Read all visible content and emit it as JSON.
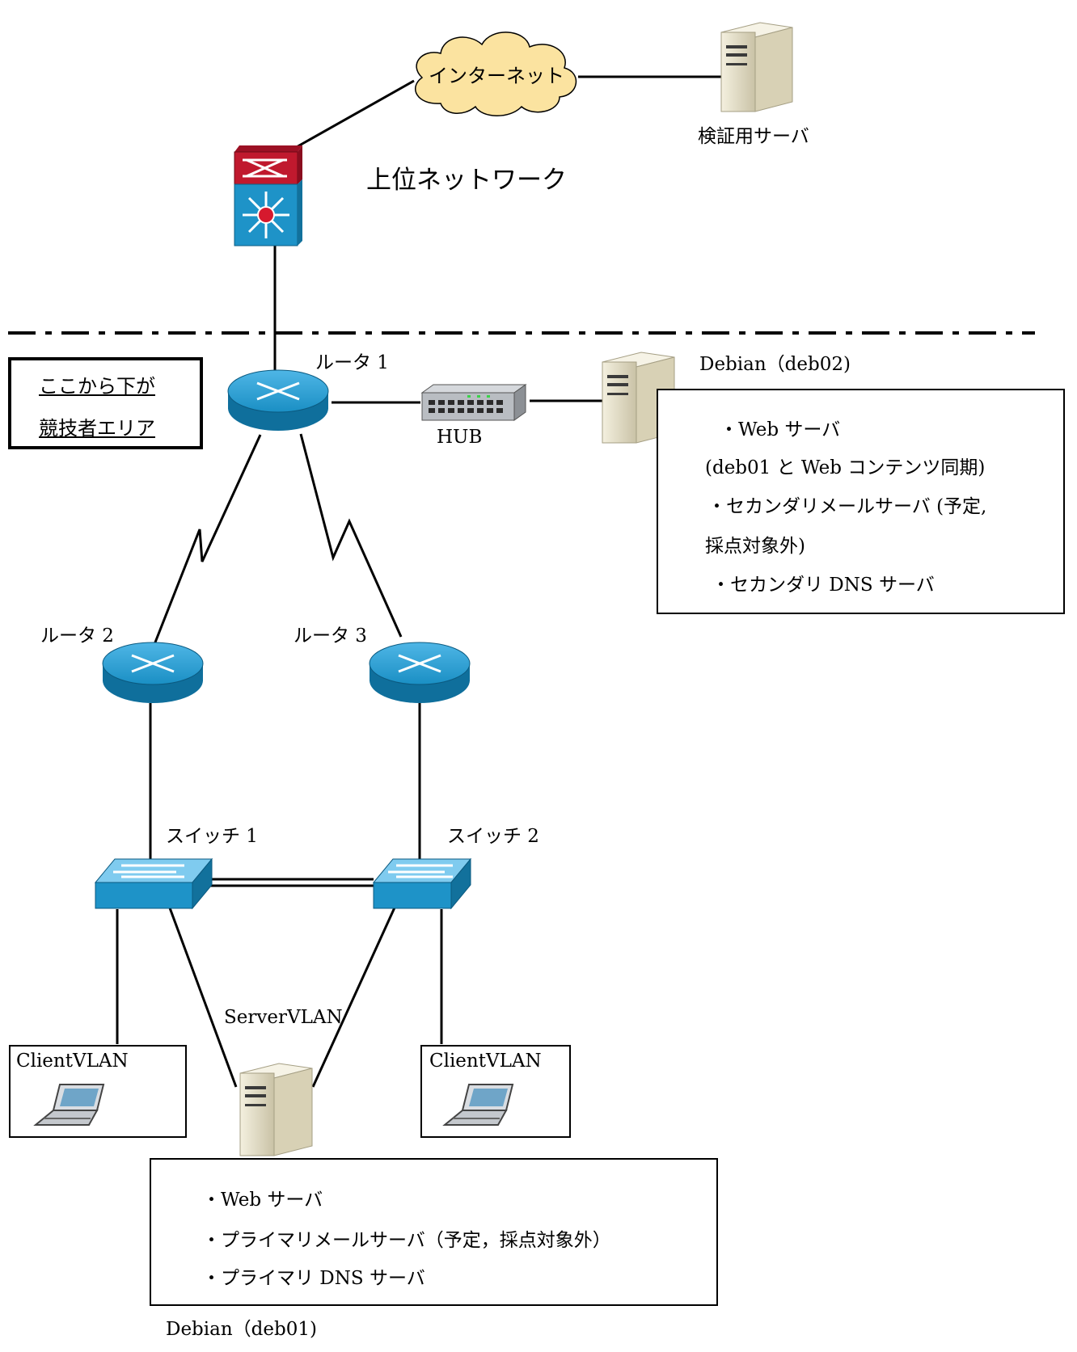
{
  "upper": {
    "internet_label": "インターネット",
    "verify_server_label": "検証用サーバ",
    "upper_network_label": "上位ネットワーク"
  },
  "notice": {
    "line1": "ここから下が",
    "line2": "競技者エリア"
  },
  "routers": {
    "r1": "ルータ 1",
    "r2": "ルータ 2",
    "r3": "ルータ 3"
  },
  "hub_label": "HUB",
  "switches": {
    "sw1": "スイッチ 1",
    "sw2": "スイッチ 2"
  },
  "deb02": {
    "title": "Debian（deb02)",
    "items": [
      "・Web サーバ",
      "(deb01 と Web コンテンツ同期)",
      "・セカンダリメールサーバ (予定,",
      "採点対象外)",
      "・セカンダリ DNS サーバ"
    ]
  },
  "server_vlan_label": "ServerVLAN",
  "client_vlan_left": "ClientVLAN",
  "client_vlan_right": "ClientVLAN",
  "deb01": {
    "title": "Debian（deb01)",
    "items": [
      "・Web サーバ",
      "・プライマリメールサーバ（予定，採点対象外）",
      "・プライマリ DNS サーバ"
    ]
  },
  "colors": {
    "router_blue": "#1a8fc4",
    "switch_blue": "#2aa0d8",
    "firewall_red": "#c0192e",
    "cloud_fill": "#fbe3a0",
    "server_beige": "#e9e3cc"
  }
}
